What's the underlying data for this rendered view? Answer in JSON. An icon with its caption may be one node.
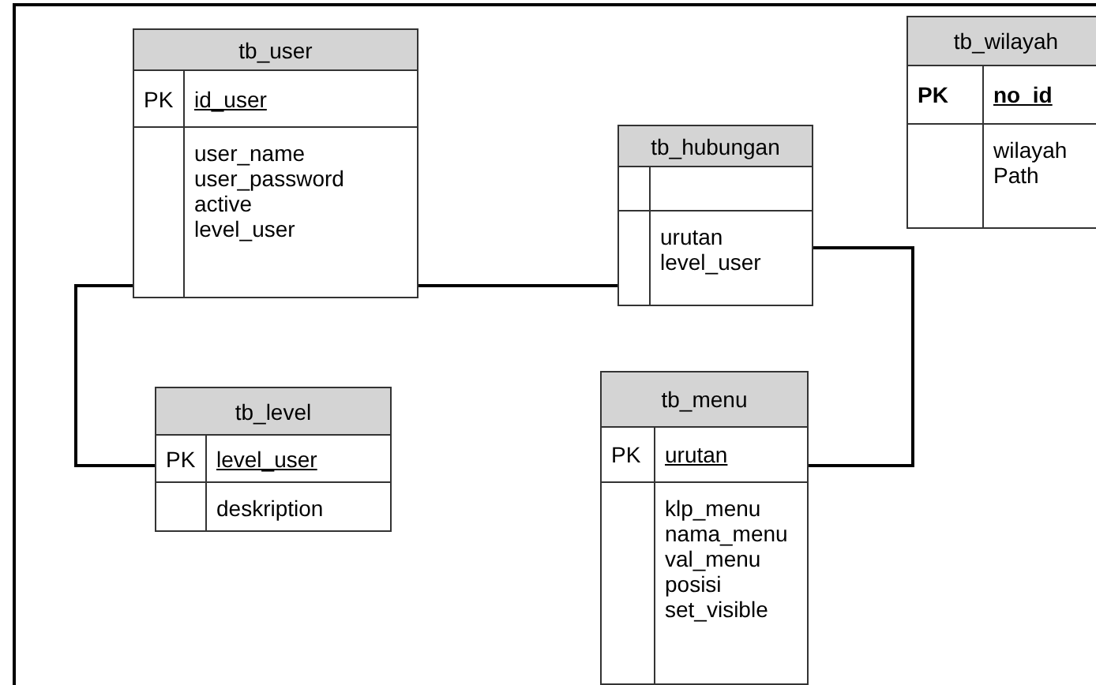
{
  "diagram": {
    "nodes": [
      {
        "text": [
          "tb_user",
          "PK",
          "id_user",
          "user_name user_password active level_user"
        ]
      },
      {
        "text": [
          "tb_hubungan",
          "urutan level_user"
        ]
      },
      {
        "text": [
          "tb_wilayah",
          "PK",
          "no_id",
          "wilayah Path"
        ]
      },
      {
        "text": [
          "tb_level",
          "PK",
          "level_user",
          "deskription"
        ]
      },
      {
        "text": [
          "tb_menu",
          "PK",
          "urutan",
          "klp_menu nama_menu val_menu posisi set_visible"
        ]
      }
    ],
    "edges": [
      {
        "from": 0,
        "to": 3,
        "arrow": "none"
      },
      {
        "from": 0,
        "to": 1,
        "arrow": "none"
      },
      {
        "from": 1,
        "to": 4,
        "arrow": "none"
      }
    ]
  }
}
